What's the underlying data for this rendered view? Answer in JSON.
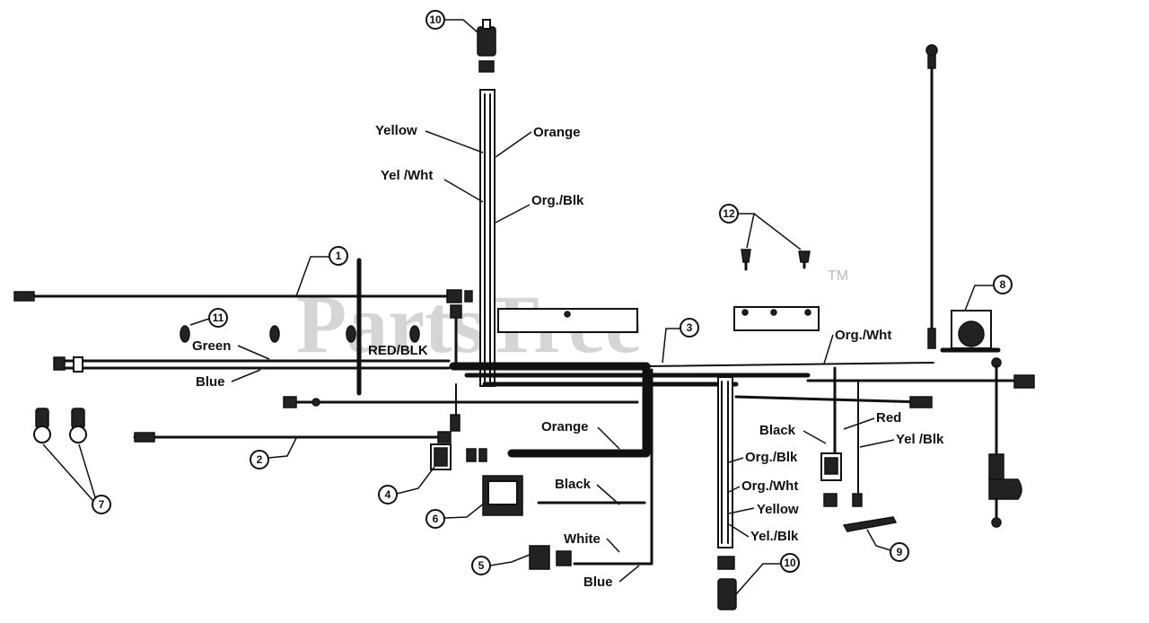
{
  "watermark": {
    "text": "PartsTree",
    "trademark": "TM"
  },
  "wire_labels": {
    "yellow_top": "Yellow",
    "orange_top": "Orange",
    "yel_wht_top": "Yel /Wht",
    "org_blk_top": "Org./Blk",
    "green": "Green",
    "blue_left": "Blue",
    "red_blk": "RED/BLK",
    "orange_mid": "Orange",
    "black_mid": "Black",
    "white": "White",
    "blue_bottom": "Blue",
    "org_wht_right": "Org./Wht",
    "black_right": "Black",
    "red_right": "Red",
    "yel_blk_right": "Yel /Blk",
    "org_blk_right": "Org./Blk",
    "org_wht_low": "Org./Wht",
    "yellow_low": "Yellow",
    "yel_blk_low": "Yel./Blk"
  },
  "callouts": [
    "1",
    "2",
    "3",
    "4",
    "5",
    "6",
    "7",
    "8",
    "9",
    "10",
    "10",
    "11",
    "12"
  ]
}
